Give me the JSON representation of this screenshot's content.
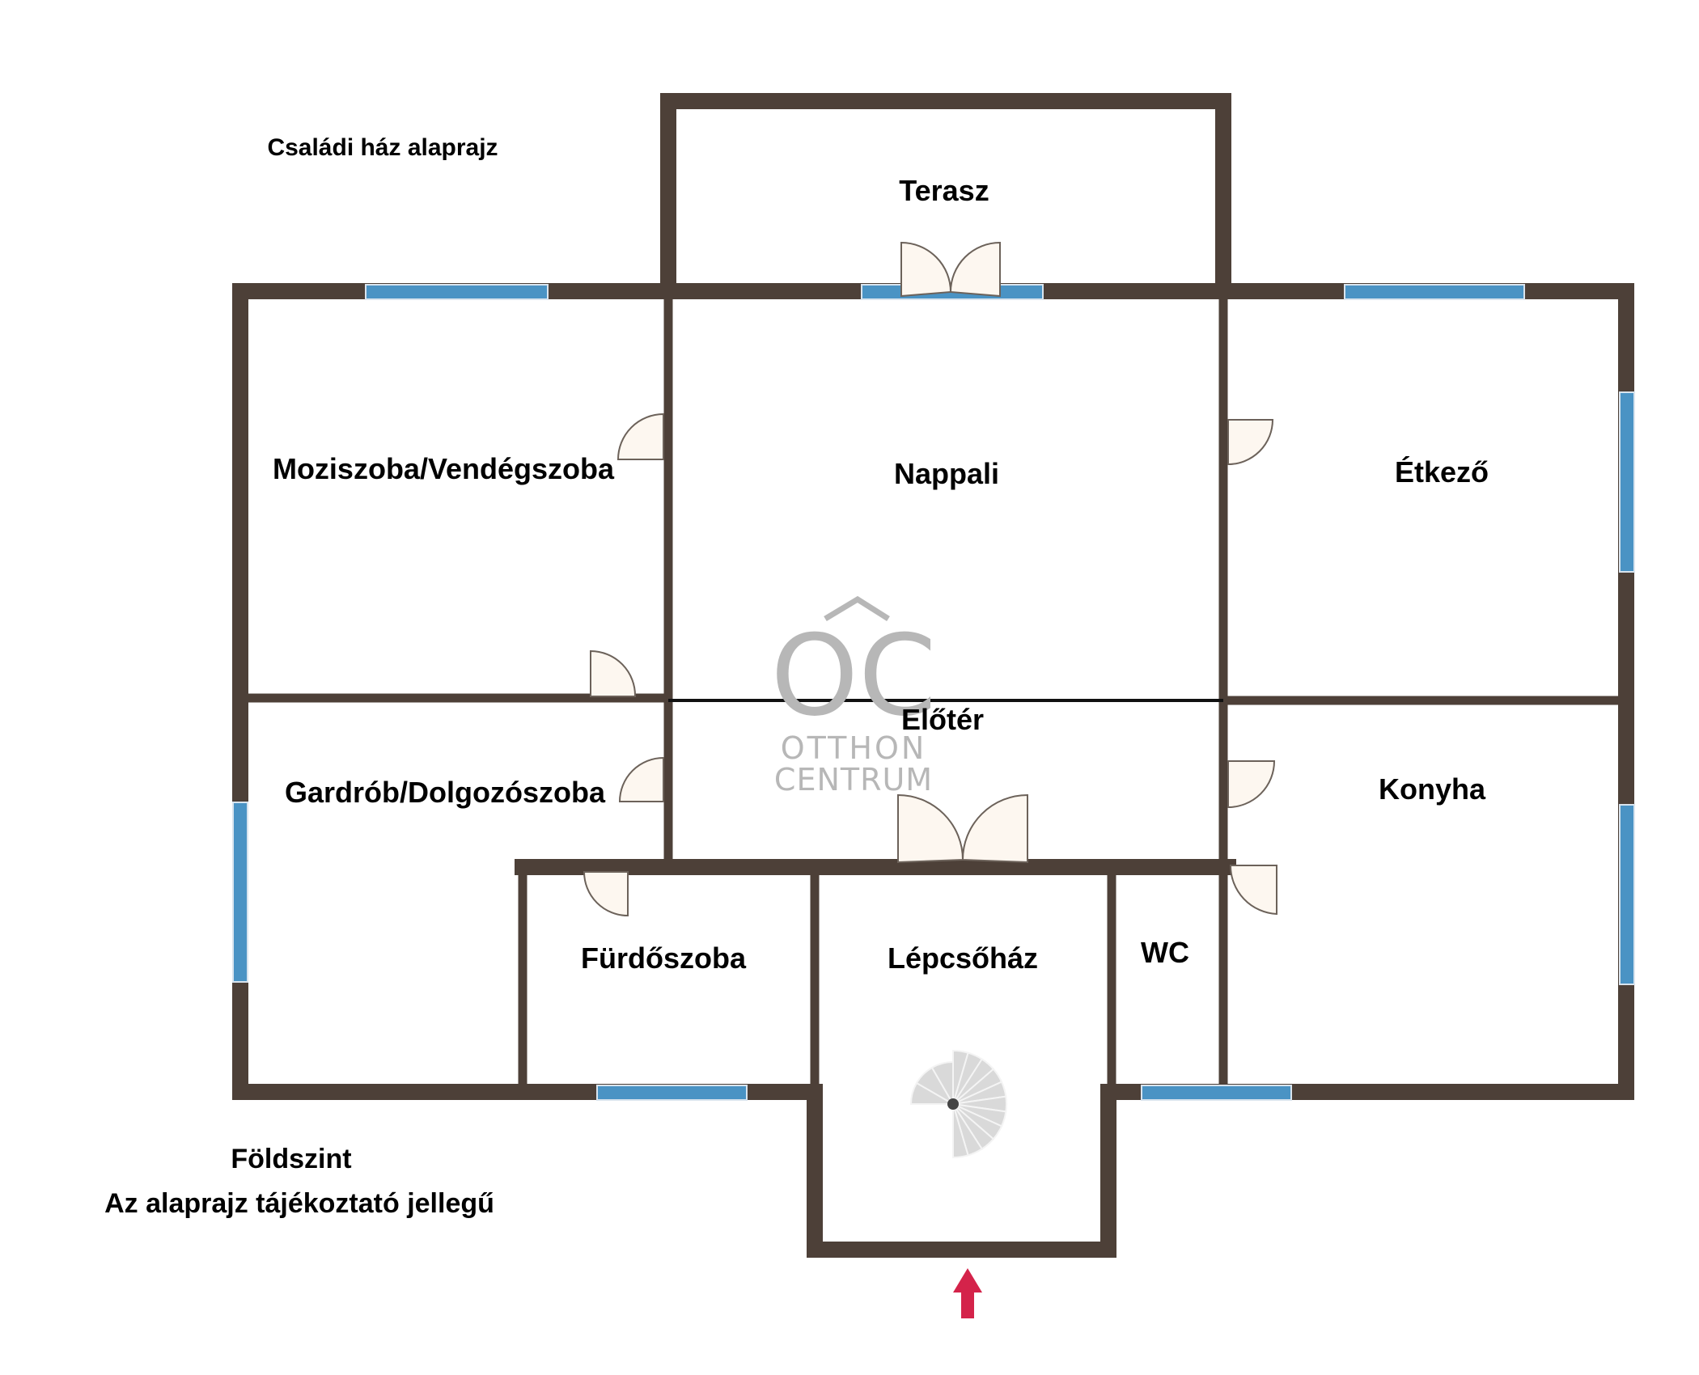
{
  "title": "Családi ház alaprajz",
  "floor": "Földszint",
  "disclaimer": "Az alaprajz tájékoztató jellegű",
  "rooms": [
    {
      "id": "terasz",
      "name": "Terasz"
    },
    {
      "id": "moziszoba",
      "name": "Moziszoba/Vendégszoba"
    },
    {
      "id": "nappali",
      "name": "Nappali"
    },
    {
      "id": "etkezo",
      "name": "Étkező"
    },
    {
      "id": "eloter",
      "name": "Előtér"
    },
    {
      "id": "gardrob",
      "name": "Gardrób/Dolgozószoba"
    },
    {
      "id": "konyha",
      "name": "Konyha"
    },
    {
      "id": "furdoszoba",
      "name": "Fürdőszoba"
    },
    {
      "id": "lepcsohaz",
      "name": "Lépcsőház"
    },
    {
      "id": "wc",
      "name": "WC"
    }
  ],
  "watermark": {
    "monogram": "OC",
    "line1": "OTTHON",
    "line2": "CENTRUM"
  },
  "colors": {
    "wall": "#4d4038",
    "window": "#4a93c4",
    "door_fill": "#fdf7f0",
    "entrance_arrow": "#d4234a",
    "watermark": "#b7b7b7"
  }
}
